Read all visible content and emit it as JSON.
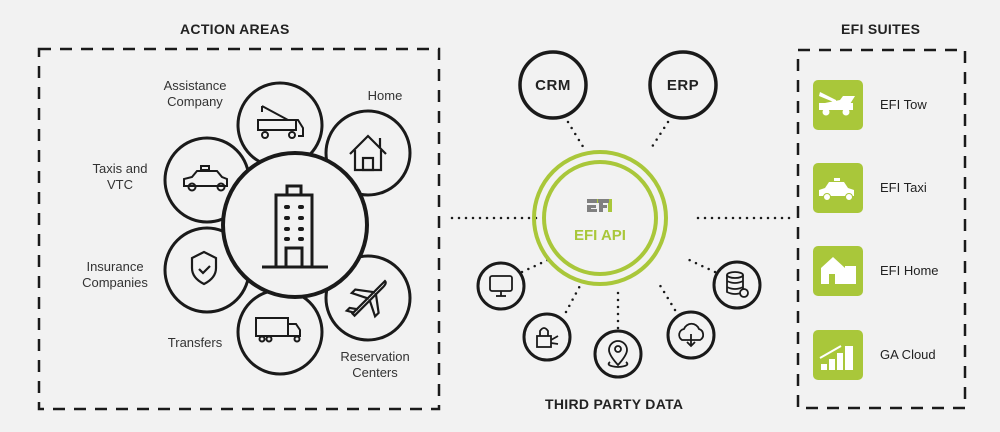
{
  "colors": {
    "accent": "#a9c73a",
    "background": "#f2f2f2",
    "stroke": "#1a1a1a"
  },
  "action_areas": {
    "title": "ACTION AREAS",
    "center_icon": "building-icon",
    "items": [
      {
        "label": "Assistance\nCompany",
        "icon": "tow-truck-icon"
      },
      {
        "label": "Home",
        "icon": "house-icon"
      },
      {
        "label": "Taxis and\nVTC",
        "icon": "taxi-icon"
      },
      {
        "label": "Insurance\nCompanies",
        "icon": "shield-check-icon"
      },
      {
        "label": "Transfers",
        "icon": "truck-icon"
      },
      {
        "label": "Reservation\nCenters",
        "icon": "airplane-icon"
      }
    ]
  },
  "hub": {
    "crm": "CRM",
    "erp": "ERP",
    "logo": "EFI",
    "title": "EFI API",
    "third_party_title": "THIRD PARTY DATA",
    "third_party_icons": [
      "monitor-icon",
      "lock-network-icon",
      "location-pin-icon",
      "cloud-download-icon",
      "database-check-icon"
    ]
  },
  "suites": {
    "title": "EFI SUITES",
    "items": [
      {
        "label": "EFI Tow",
        "icon": "tow-truck-icon"
      },
      {
        "label": "EFI Taxi",
        "icon": "taxi-icon"
      },
      {
        "label": "EFI Home",
        "icon": "house-icon"
      },
      {
        "label": "GA Cloud",
        "icon": "growth-chart-icon"
      }
    ]
  }
}
